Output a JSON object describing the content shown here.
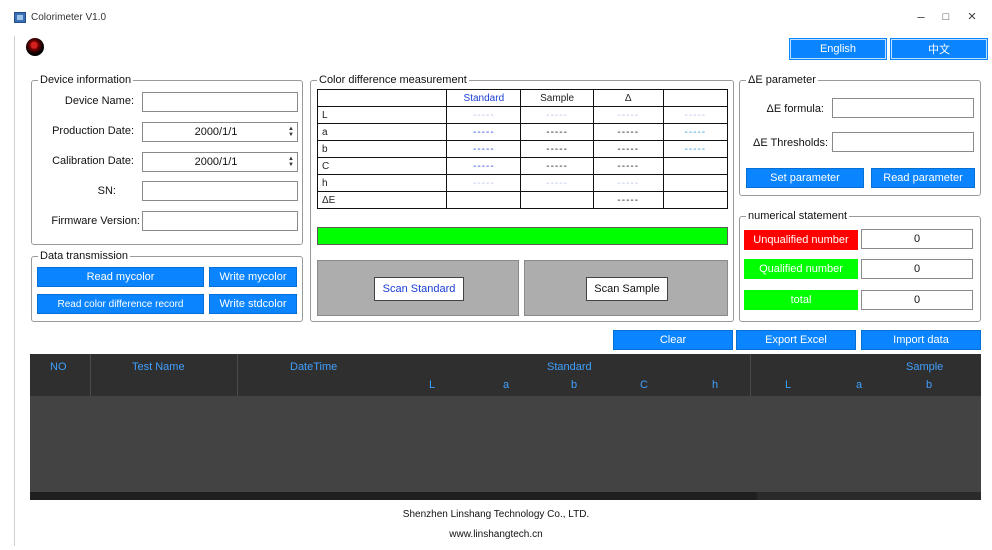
{
  "window": {
    "title": "Colorimeter V1.0",
    "minimize": "–",
    "maximize": "□",
    "close": "×"
  },
  "language": {
    "english": "English",
    "chinese": "中文"
  },
  "device_info": {
    "title": "Device information",
    "device_name_label": "Device Name:",
    "device_name_value": "",
    "production_date_label": "Production Date:",
    "production_date_value": "2000/1/1",
    "calibration_date_label": "Calibration Date:",
    "calibration_date_value": "2000/1/1",
    "sn_label": "SN:",
    "sn_value": "",
    "firmware_label": "Firmware Version:",
    "firmware_value": ""
  },
  "data_transmission": {
    "title": "Data transmission",
    "read_mycolor": "Read mycolor",
    "write_mycolor": "Write mycolor",
    "read_record": "Read color difference record",
    "write_stdcolor": "Write stdcolor"
  },
  "color_diff": {
    "title": "Color difference measurement",
    "headers": [
      "",
      "Standard",
      "Sample",
      "Δ",
      ""
    ],
    "rows": [
      {
        "label": "L",
        "standard": "-----",
        "sample": "-----",
        "delta": "-----",
        "extra": "-----"
      },
      {
        "label": "a",
        "standard": "-----",
        "sample": "-----",
        "delta": "-----",
        "extra": "-----"
      },
      {
        "label": "b",
        "standard": "-----",
        "sample": "-----",
        "delta": "-----",
        "extra": "-----"
      },
      {
        "label": "C",
        "standard": "-----",
        "sample": "-----",
        "delta": "-----",
        "extra": ""
      },
      {
        "label": "h",
        "standard": "-----",
        "sample": "-----",
        "delta": "-----",
        "extra": ""
      },
      {
        "label": "ΔE",
        "standard": "",
        "sample": "",
        "delta": "-----",
        "extra": ""
      }
    ],
    "result_color": "#00ff00",
    "scan_standard": "Scan Standard",
    "scan_sample": "Scan Sample"
  },
  "de_parameter": {
    "title": "ΔE parameter",
    "formula_label": "ΔE formula:",
    "formula_value": "",
    "thresholds_label": "ΔE Thresholds:",
    "thresholds_value": "",
    "set_parameter": "Set parameter",
    "read_parameter": "Read parameter"
  },
  "statement": {
    "title": "numerical statement",
    "unqualified_label": "Unqualified number",
    "unqualified_value": "0",
    "unqualified_color": "#ff0000",
    "qualified_label": "Qualified number",
    "qualified_value": "0",
    "qualified_color": "#00ff00",
    "total_label": "total",
    "total_value": "0",
    "total_color": "#00ff00"
  },
  "actions": {
    "clear": "Clear",
    "export_excel": "Export Excel",
    "import_data": "Import data"
  },
  "grid": {
    "no": "NO",
    "test_name": "Test Name",
    "datetime": "DateTime",
    "standard": "Standard",
    "sample": "Sample",
    "std_cols": [
      "L",
      "a",
      "b",
      "C",
      "h"
    ],
    "smp_cols": [
      "L",
      "a",
      "b"
    ]
  },
  "footer": {
    "company": "Shenzhen Linshang Technology Co., LTD.",
    "website": "www.linshangtech.cn"
  }
}
